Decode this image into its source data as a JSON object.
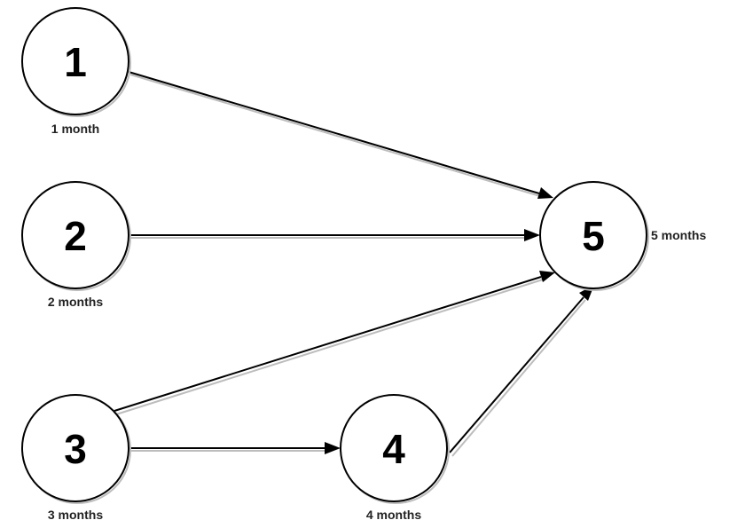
{
  "nodes": [
    {
      "id": "1",
      "label": "1",
      "caption": "1 month"
    },
    {
      "id": "2",
      "label": "2",
      "caption": "2 months"
    },
    {
      "id": "3",
      "label": "3",
      "caption": "3 months"
    },
    {
      "id": "4",
      "label": "4",
      "caption": "4 months"
    },
    {
      "id": "5",
      "label": "5",
      "caption": "5 months"
    }
  ],
  "edges": [
    {
      "from": "1",
      "to": "5"
    },
    {
      "from": "2",
      "to": "5"
    },
    {
      "from": "3",
      "to": "5"
    },
    {
      "from": "3",
      "to": "4"
    },
    {
      "from": "4",
      "to": "5"
    }
  ],
  "colors": {
    "stroke": "#000000",
    "shadow": "#bdbdbd",
    "background": "#ffffff"
  }
}
